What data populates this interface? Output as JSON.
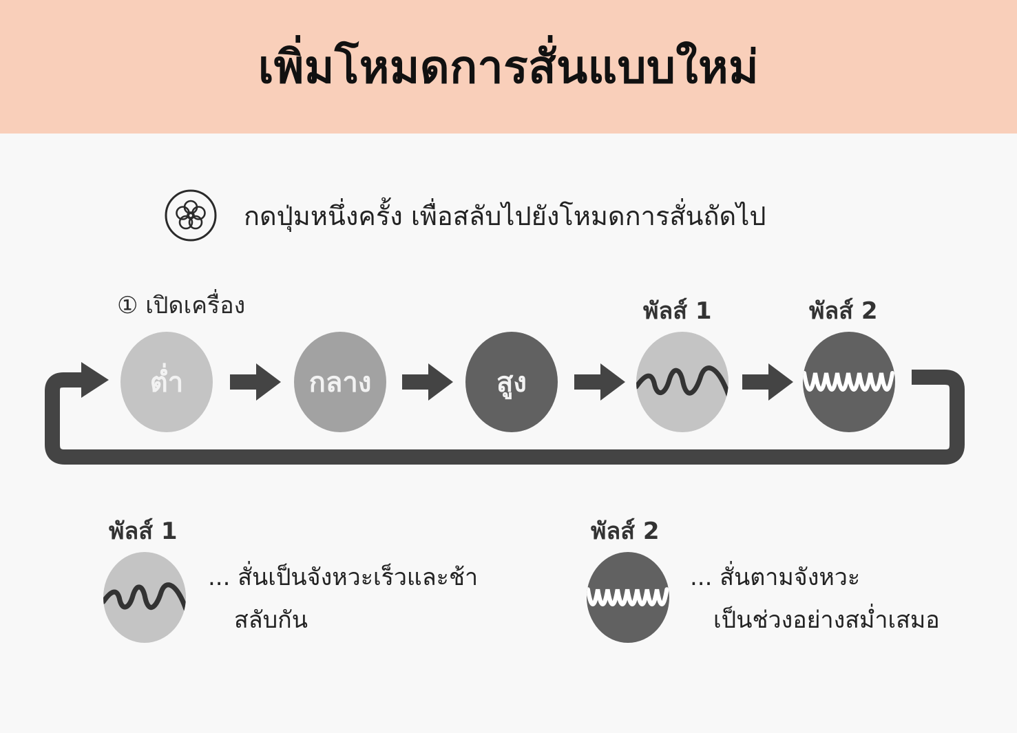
{
  "header": {
    "title": "เพิ่มโหมดการสั่นแบบใหม่"
  },
  "instruction": {
    "icon": "flower-button-icon",
    "text": "กดปุ่มหนึ่งครั้ง เพื่อสลับไปยังโหมดการสั่นถัดไป"
  },
  "cycle": {
    "power_on_label": "① เปิดเครื่อง",
    "modes": [
      {
        "label": "ต่ำ",
        "color": "#c4c4c4"
      },
      {
        "label": "กลาง",
        "color": "#a2a2a2"
      },
      {
        "label": "สูง",
        "color": "#616161"
      },
      {
        "label": "พัลส์ 1",
        "color": "#c4c4c4",
        "icon": "irregular-wave-icon"
      },
      {
        "label": "พัลส์ 2",
        "color": "#616161",
        "icon": "regular-wave-icon"
      }
    ]
  },
  "legend": [
    {
      "title": "พัลส์ 1",
      "line1": "... สั่นเป็นจังหวะเร็วและช้า",
      "line2": "สลับกัน"
    },
    {
      "title": "พัลส์ 2",
      "line1": "... สั่นตามจังหวะ",
      "line2": "เป็นช่วงอย่างสม่ำเสมอ"
    }
  ],
  "colors": {
    "header_bg": "#f9cfba",
    "loop_arrow": "#444444"
  }
}
